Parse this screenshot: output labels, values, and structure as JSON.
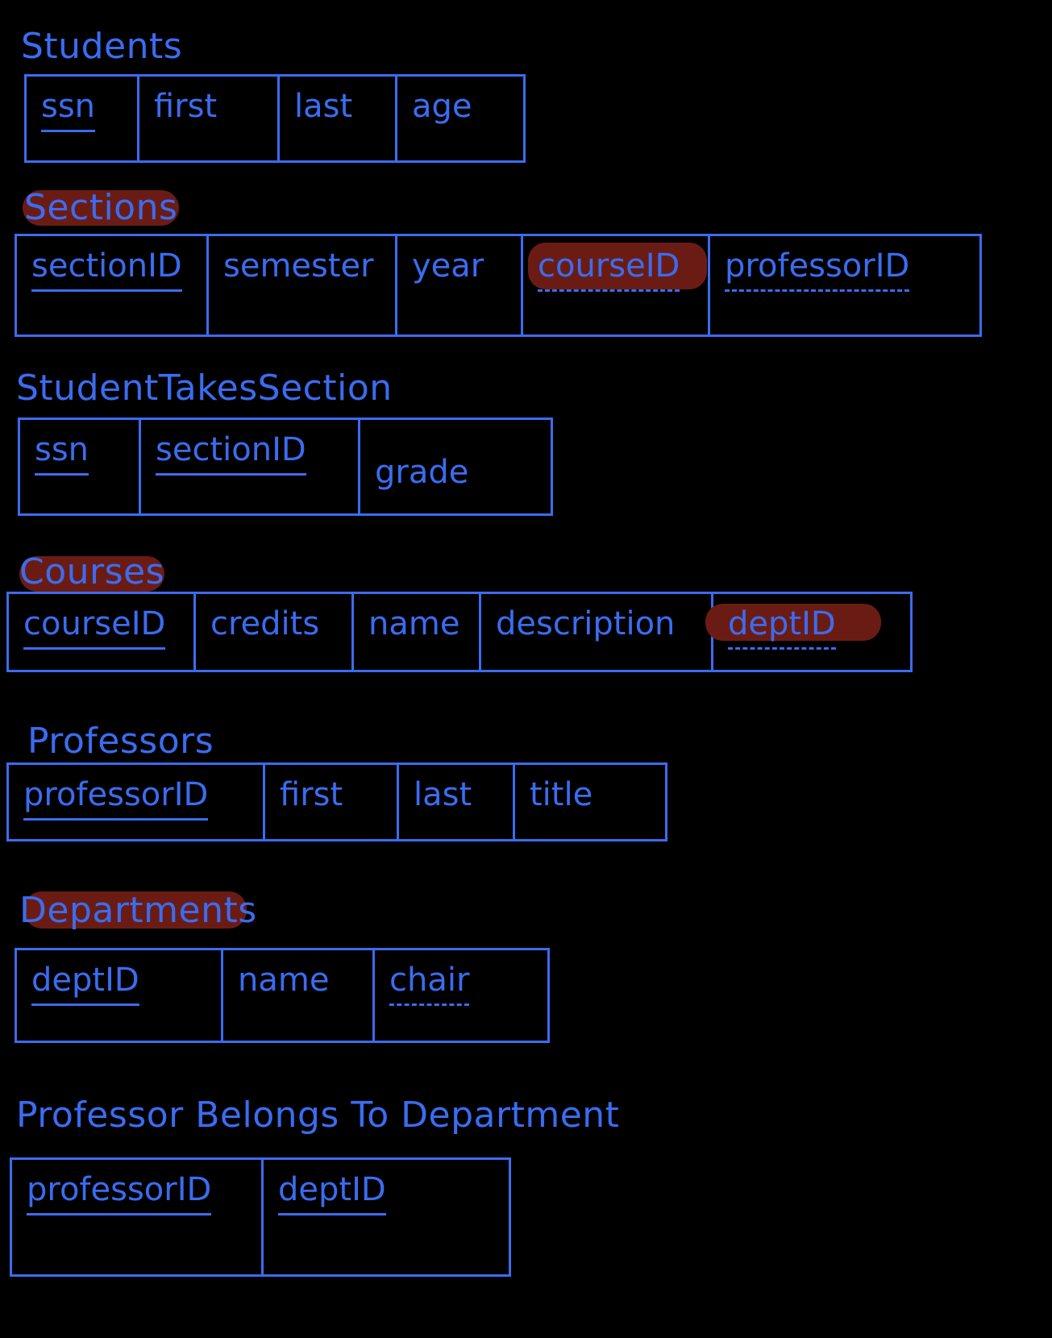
{
  "diagram": {
    "tables": [
      {
        "title": "Students",
        "columns": [
          {
            "label": "ssn",
            "key": "primary"
          },
          {
            "label": "first",
            "key": "none"
          },
          {
            "label": "last",
            "key": "none"
          },
          {
            "label": "age",
            "key": "none"
          }
        ]
      },
      {
        "title": "Sections",
        "title_highlighted": true,
        "columns": [
          {
            "label": "sectionID",
            "key": "primary"
          },
          {
            "label": "semester",
            "key": "none"
          },
          {
            "label": "year",
            "key": "none"
          },
          {
            "label": "courseID",
            "key": "foreign",
            "highlighted": true
          },
          {
            "label": "professorID",
            "key": "foreign"
          }
        ]
      },
      {
        "title": "StudentTakesSection",
        "columns": [
          {
            "label": "ssn",
            "key": "primary"
          },
          {
            "label": "sectionID",
            "key": "primary"
          },
          {
            "label": "grade",
            "key": "none"
          }
        ]
      },
      {
        "title": "Courses",
        "title_highlighted": true,
        "columns": [
          {
            "label": "courseID",
            "key": "primary"
          },
          {
            "label": "credits",
            "key": "none"
          },
          {
            "label": "name",
            "key": "none"
          },
          {
            "label": "description",
            "key": "none"
          },
          {
            "label": "deptID",
            "key": "foreign",
            "highlighted": true
          }
        ]
      },
      {
        "title": "Professors",
        "columns": [
          {
            "label": "professorID",
            "key": "primary"
          },
          {
            "label": "first",
            "key": "none"
          },
          {
            "label": "last",
            "key": "none"
          },
          {
            "label": "title",
            "key": "none"
          }
        ]
      },
      {
        "title": "Departments",
        "title_highlighted": true,
        "columns": [
          {
            "label": "deptID",
            "key": "primary"
          },
          {
            "label": "name",
            "key": "none"
          },
          {
            "label": "chair",
            "key": "foreign"
          }
        ]
      },
      {
        "title": "Professor Belongs To Department",
        "columns": [
          {
            "label": "professorID",
            "key": "primary"
          },
          {
            "label": "deptID",
            "key": "primary"
          }
        ]
      }
    ],
    "colors": {
      "ink": "#3b6cf0",
      "highlight": "#6a1c14",
      "background": "#000000"
    }
  }
}
